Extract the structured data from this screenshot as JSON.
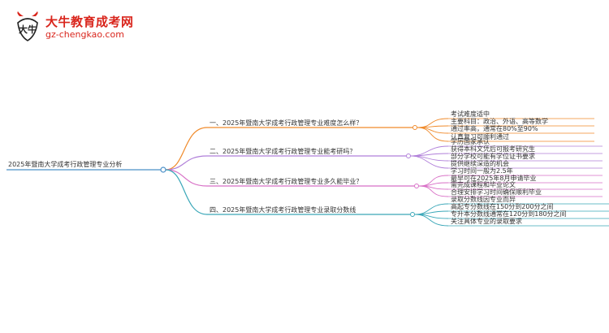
{
  "logo": {
    "mark_text": "大牛",
    "title": "大牛教育成考网",
    "url": "gz-chengkao.com"
  },
  "mindmap": {
    "root": "2025年暨南大学成考行政管理专业分析",
    "branches": [
      {
        "label": "一、2025年暨南大学成考行政管理专业难度怎么样？",
        "color": "#f08a2a",
        "leaves": [
          "考试难度适中",
          "主要科目：政治、外语、高等数学",
          "通过率高，通常在80%至90%",
          "认真复习可顺利通过"
        ]
      },
      {
        "label": "二、2025年暨南大学成考行政管理专业能考研吗？",
        "color": "#b07fd9",
        "leaves": [
          "学历国家承认",
          "获得本科文凭后可报考研究生",
          "部分学校可能有学位证书要求",
          "提供继续深造的机会"
        ]
      },
      {
        "label": "三、2025年暨南大学成考行政管理专业多久能毕业？",
        "color": "#d86fc6",
        "leaves": [
          "学习时间一般为2.5年",
          "最早可在2025年8月申请毕业",
          "需完成课程和毕业论文",
          "合理安排学习时间确保顺利毕业"
        ]
      },
      {
        "label": "四、2025年暨南大学成考行政管理专业录取分数线",
        "color": "#3aa7b8",
        "leaves": [
          "录取分数线因专业而异",
          "高起专分数线在150分到200分之间",
          "专升本分数线通常在120分到180分之间",
          "关注具体专业的录取要求"
        ]
      }
    ]
  }
}
